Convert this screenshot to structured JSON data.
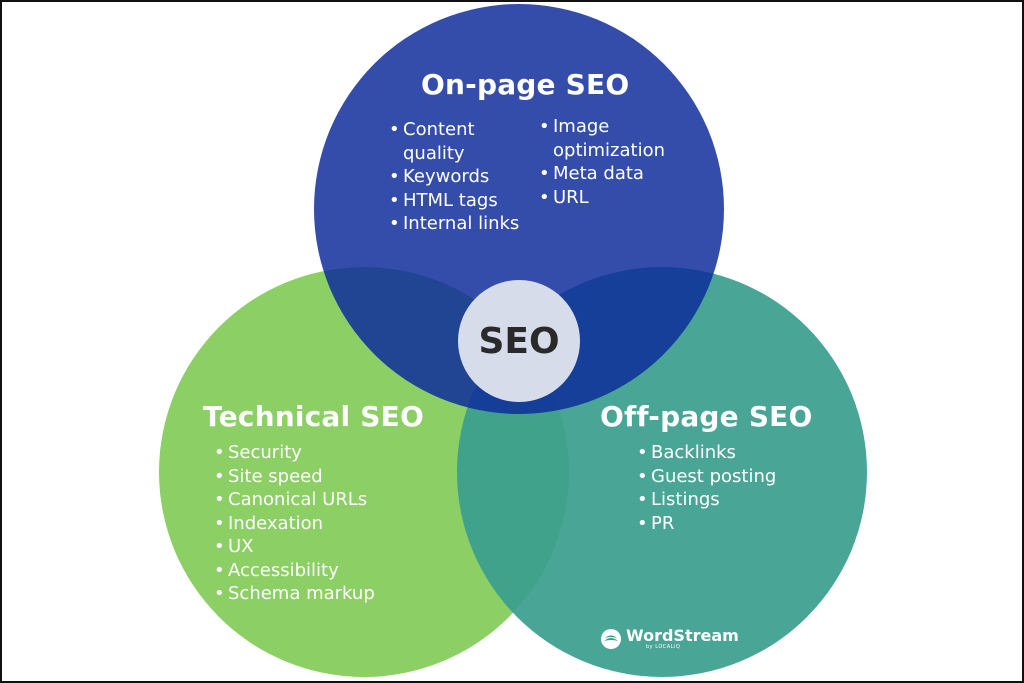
{
  "colors": {
    "onpage": "#0d2b9b",
    "technical": "#8ccf64",
    "offpage": "#3a9e8e",
    "center": "#d7dcea",
    "text": "#ffffff",
    "center_text": "#2a2a2a",
    "border": "#111111"
  },
  "center": {
    "label": "SEO"
  },
  "onpage": {
    "title": "On-page SEO",
    "items_left": [
      "Content quality",
      "Keywords",
      "HTML tags",
      "Internal links"
    ],
    "items_right": [
      "Image optimization",
      "Meta data",
      "URL"
    ]
  },
  "technical": {
    "title": "Technical SEO",
    "items": [
      "Security",
      "Site speed",
      "Canonical URLs",
      "Indexation",
      "UX",
      "Accessibility",
      "Schema markup"
    ]
  },
  "offpage": {
    "title": "Off-page SEO",
    "items": [
      "Backlinks",
      "Guest posting",
      "Listings",
      "PR"
    ]
  },
  "logo": {
    "name": "WordStream",
    "sub": "by LOCALiQ",
    "icon": "wordstream-logo-icon"
  }
}
